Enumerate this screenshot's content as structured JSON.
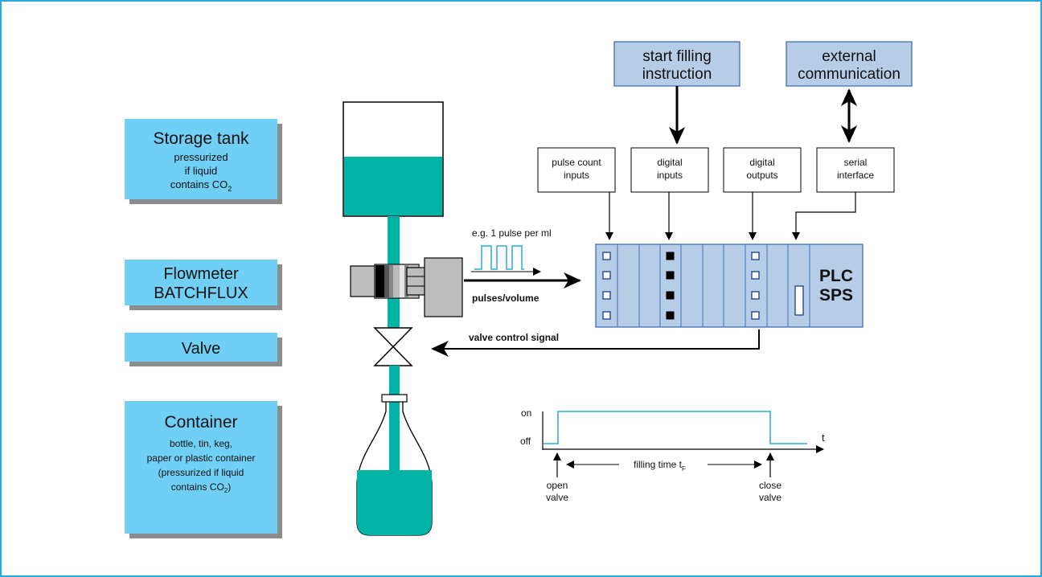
{
  "labels": {
    "storage_tank": {
      "title": "Storage tank",
      "lines": [
        "pressurized",
        "if liquid",
        "contains CO"
      ],
      "subscript": "2"
    },
    "flowmeter": {
      "line1": "Flowmeter",
      "line2": "BATCHFLUX"
    },
    "valve": {
      "title": "Valve"
    },
    "container": {
      "title": "Container",
      "lines": [
        "bottle, tin, keg,",
        "paper or plastic container",
        "(pressurized if liquid",
        "contains CO"
      ],
      "subscript": "2",
      "suffix": ")"
    }
  },
  "top_boxes": {
    "start_filling": {
      "line1": "start filling",
      "line2": "instruction"
    },
    "external_communication": {
      "line1": "external",
      "line2": "communication"
    }
  },
  "plc_io": [
    {
      "line1": "pulse count",
      "line2": "inputs"
    },
    {
      "line1": "digital",
      "line2": "inputs"
    },
    {
      "line1": "digital",
      "line2": "outputs"
    },
    {
      "line1": "serial",
      "line2": "interface"
    }
  ],
  "plc": {
    "line1": "PLC",
    "line2": "SPS"
  },
  "signals": {
    "pulse_example": "e.g. 1 pulse per ml",
    "pulses_volume": "pulses/volume",
    "valve_control": "valve control signal"
  },
  "timing": {
    "on": "on",
    "off": "off",
    "t": "t",
    "filling_time": "filling time t",
    "filling_time_sub": "F",
    "open": {
      "line1": "open",
      "line2": "valve"
    },
    "close": {
      "line1": "close",
      "line2": "valve"
    }
  },
  "colors": {
    "frame": "#29a9df",
    "label_box": "#6fcff4",
    "label_shadow": "#8c8c8c",
    "liquid": "#00b3a7",
    "plc_body": "#b7cde7",
    "plc_border": "#3e6fb5",
    "top_box": "#b7cde7",
    "timing_line": "#29a9df"
  }
}
